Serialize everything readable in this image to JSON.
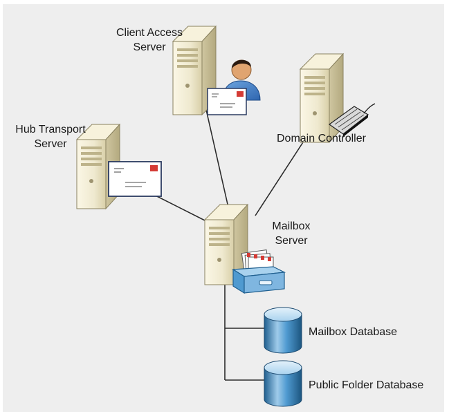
{
  "diagram": {
    "nodes": [
      {
        "id": "client-access-server",
        "label_lines": [
          "Client Access",
          "Server"
        ],
        "type": "server",
        "icon": "user-mail-icon"
      },
      {
        "id": "domain-controller",
        "label_lines": [
          "Domain Controller"
        ],
        "type": "server",
        "icon": "keyboard-icon"
      },
      {
        "id": "hub-transport-server",
        "label_lines": [
          "Hub Transport",
          "Server"
        ],
        "type": "server",
        "icon": "envelope-icon"
      },
      {
        "id": "mailbox-server",
        "label_lines": [
          "Mailbox",
          "Server"
        ],
        "type": "server",
        "icon": "mail-tray-icon"
      },
      {
        "id": "mailbox-database",
        "label_lines": [
          "Mailbox Database"
        ],
        "type": "database"
      },
      {
        "id": "public-folder-database",
        "label_lines": [
          "Public Folder Database"
        ],
        "type": "database"
      }
    ],
    "edges": [
      {
        "from": "client-access-server",
        "to": "mailbox-server"
      },
      {
        "from": "domain-controller",
        "to": "mailbox-server"
      },
      {
        "from": "hub-transport-server",
        "to": "mailbox-server"
      },
      {
        "from": "mailbox-server",
        "to": "mailbox-database"
      },
      {
        "from": "mailbox-server",
        "to": "public-folder-database"
      }
    ],
    "colors": {
      "background": "#eeeeee",
      "server_body": "#efe9cf",
      "server_shade": "#cfc6a0",
      "monitor_black": "#151515",
      "database_blue": "#3f8fc6",
      "database_light": "#cfe6f6",
      "line": "#2b2b2b",
      "envelope_stamp": "#d43b35"
    }
  }
}
